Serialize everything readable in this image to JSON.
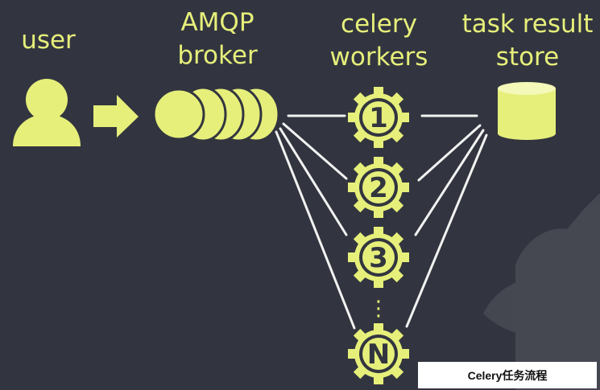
{
  "labels": {
    "user": "user",
    "broker_line1": "AMQP",
    "broker_line2": "broker",
    "workers_line1": "celery",
    "workers_line2": "workers",
    "store_line1": "task result",
    "store_line2": "store"
  },
  "workers": [
    "1",
    "2",
    "3",
    "N"
  ],
  "ellipsis": "⋮",
  "caption": "Celery任务流程",
  "colors": {
    "background": "#32353f",
    "accent": "#e6ef7a",
    "arrow": "#f2f2f2"
  },
  "icons": [
    "user-icon",
    "arrow-right-icon",
    "broker-queue-icon",
    "gear-icon",
    "database-icon",
    "mascot-watermark"
  ]
}
